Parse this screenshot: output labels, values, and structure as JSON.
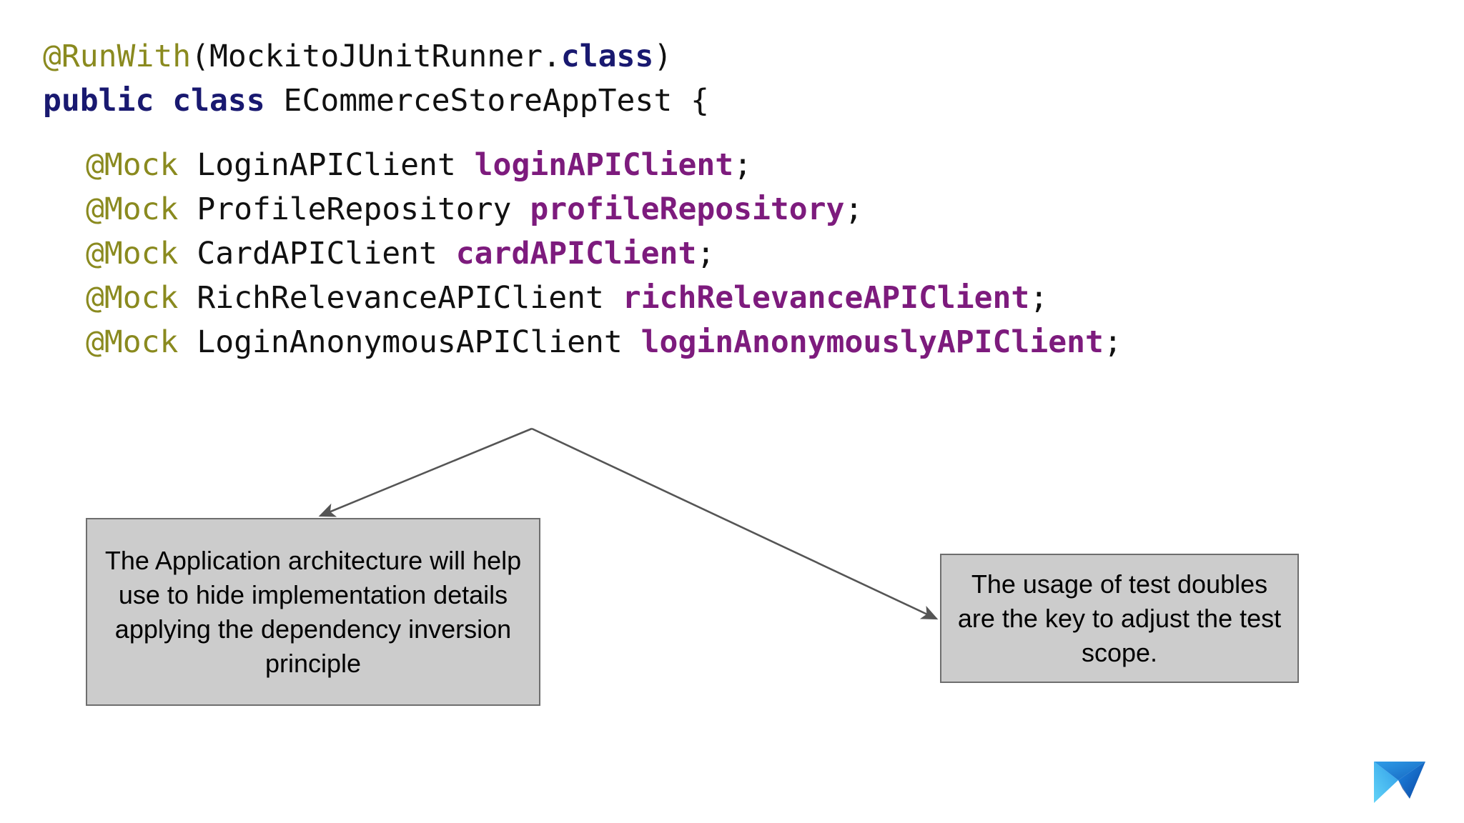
{
  "slide": {
    "background_color": "#ffffff",
    "box_fill_color": "#cccccc",
    "box_border_color": "#6e6e6e",
    "arrow_color": "#555555"
  },
  "code": {
    "language": "java",
    "colors": {
      "annotation": "#8a8a1f",
      "keyword": "#191970",
      "type": "#111111",
      "variable": "#7d1b7d",
      "punctuation": "#111111"
    },
    "lines": [
      {
        "id": "line-runwith",
        "indent": false,
        "tokens": [
          {
            "t": "@RunWith",
            "k": "anno"
          },
          {
            "t": "(MockitoJUnitRunner.",
            "k": "punct"
          },
          {
            "t": "class",
            "k": "kw"
          },
          {
            "t": ")",
            "k": "punct"
          }
        ]
      },
      {
        "id": "line-class-decl",
        "indent": false,
        "tokens": [
          {
            "t": "public class",
            "k": "kw"
          },
          {
            "t": " ECommerceStoreAppTest {",
            "k": "plain"
          }
        ]
      },
      {
        "id": "line-mock-login-api-client",
        "indent": true,
        "gap": true,
        "tokens": [
          {
            "t": "@Mock",
            "k": "anno"
          },
          {
            "t": " LoginAPIClient ",
            "k": "plain"
          },
          {
            "t": "loginAPIClient",
            "k": "var"
          },
          {
            "t": ";",
            "k": "punct"
          }
        ]
      },
      {
        "id": "line-mock-profile-repository",
        "indent": true,
        "tokens": [
          {
            "t": "@Mock",
            "k": "anno"
          },
          {
            "t": " ProfileRepository ",
            "k": "plain"
          },
          {
            "t": "profileRepository",
            "k": "var"
          },
          {
            "t": ";",
            "k": "punct"
          }
        ]
      },
      {
        "id": "line-mock-card-api-client",
        "indent": true,
        "tokens": [
          {
            "t": "@Mock",
            "k": "anno"
          },
          {
            "t": " CardAPIClient ",
            "k": "plain"
          },
          {
            "t": "cardAPIClient",
            "k": "var"
          },
          {
            "t": ";",
            "k": "punct"
          }
        ]
      },
      {
        "id": "line-mock-rich-relevance-api-client",
        "indent": true,
        "tokens": [
          {
            "t": "@Mock",
            "k": "anno"
          },
          {
            "t": " RichRelevanceAPIClient ",
            "k": "plain"
          },
          {
            "t": "richRelevanceAPIClient",
            "k": "var"
          },
          {
            "t": ";",
            "k": "punct"
          }
        ]
      },
      {
        "id": "line-mock-login-anonymous-api-client",
        "indent": true,
        "tokens": [
          {
            "t": "@Mock",
            "k": "anno"
          },
          {
            "t": " LoginAnonymousAPIClient ",
            "k": "plain"
          },
          {
            "t": "loginAnonymouslyAPIClient",
            "k": "var"
          },
          {
            "t": ";",
            "k": "punct"
          }
        ]
      }
    ]
  },
  "callouts": {
    "left": {
      "text": "The Application architecture will help use to hide implementation details applying the dependency inversion principle"
    },
    "right": {
      "text": "The usage of test doubles are the key to adjust the test scope."
    }
  },
  "logo": {
    "name": "paper-plane-logo",
    "color_light": "#4fc3f7",
    "color_mid": "#2196f3",
    "color_dark": "#1565c0"
  }
}
